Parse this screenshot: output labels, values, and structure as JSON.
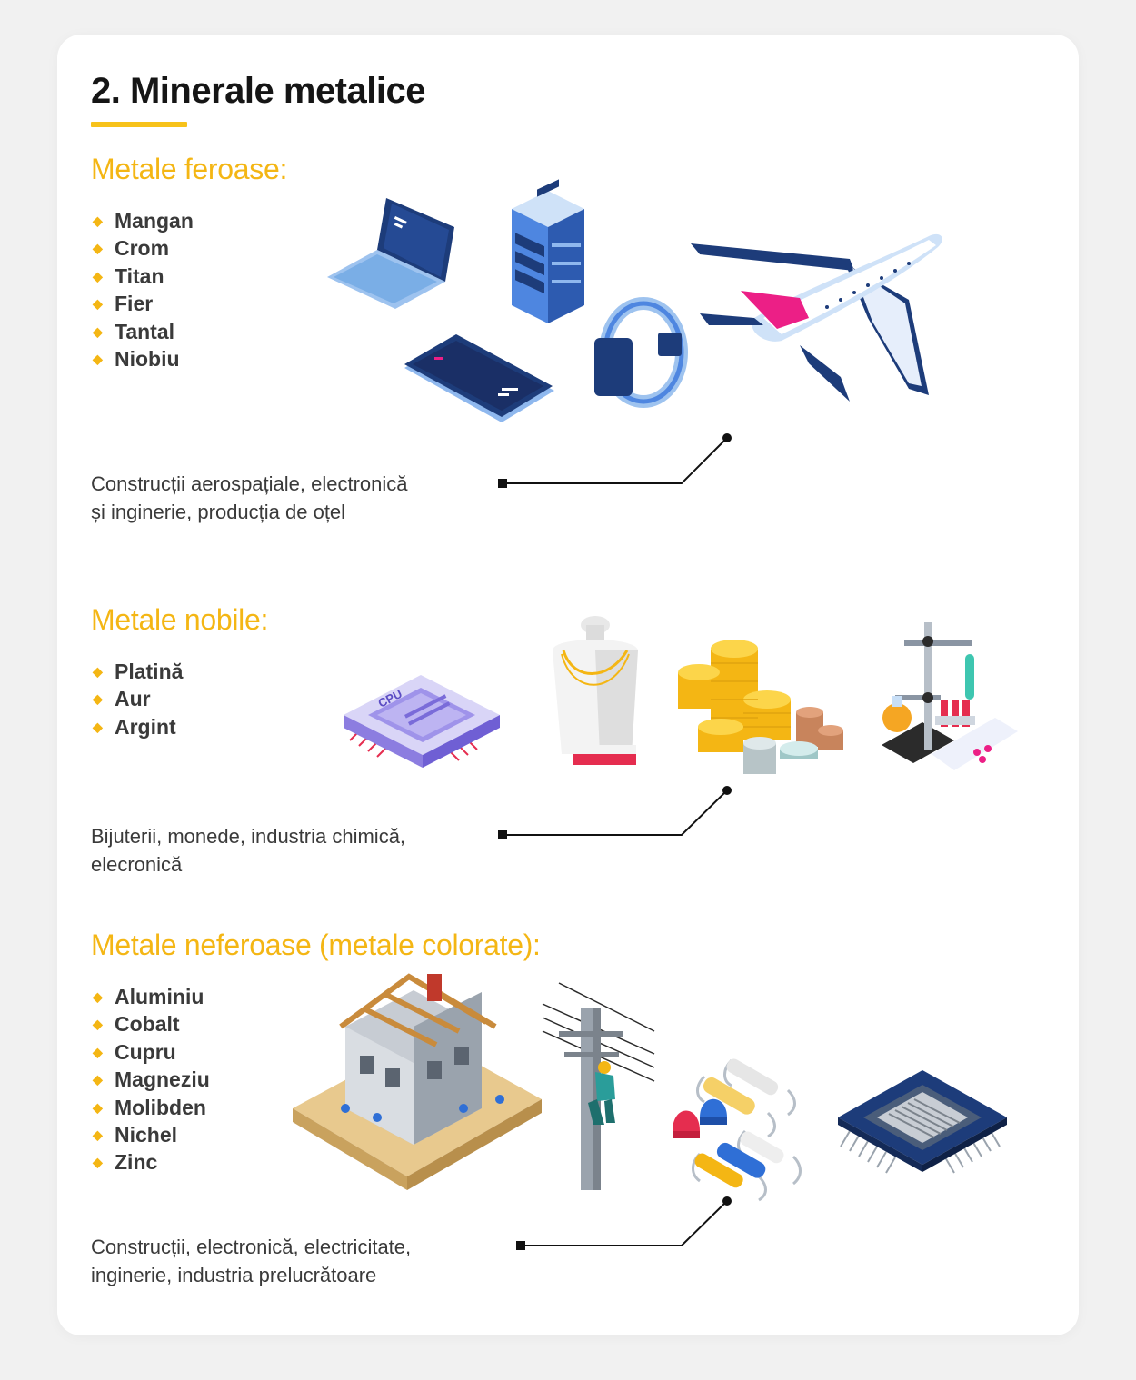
{
  "title": "2. Minerale metalice",
  "colors": {
    "accent": "#f4b614",
    "text": "#3a3a3a",
    "navy": "#1d3c7a",
    "blue": "#4e86e0",
    "pink": "#ec1f86"
  },
  "sections": [
    {
      "heading": "Metale feroase:",
      "items": [
        "Mangan",
        "Crom",
        "Titan",
        "Fier",
        "Tantal",
        "Niobiu"
      ],
      "uses_line1": "Construcții aerospațiale, electronică",
      "uses_line2": "și inginerie, producția de oțel",
      "illustrations": [
        "laptop-icon",
        "server-rack-icon",
        "smartphone-icon",
        "smartwatch-icon",
        "airplane-icon"
      ]
    },
    {
      "heading": "Metale nobile:",
      "items": [
        "Platină",
        "Aur",
        "Argint"
      ],
      "uses_line1": "Bijuterii, monede, industria chimică,",
      "uses_line2": "elecronică",
      "cpu_label": "CPU",
      "illustrations": [
        "cpu-chip-icon",
        "necklace-bust-icon",
        "coin-stacks-icon",
        "lab-flask-icon"
      ]
    },
    {
      "heading": "Metale neferoase (metale colorate):",
      "items": [
        "Aluminiu",
        "Cobalt",
        "Cupru",
        "Magneziu",
        "Molibden",
        "Nichel",
        "Zinc"
      ],
      "uses_line1": "Construcții, electronică, electricitate,",
      "uses_line2": "inginerie, industria prelucrătoare",
      "illustrations": [
        "house-construction-icon",
        "power-pole-icon",
        "electronic-components-icon",
        "microchip-icon"
      ]
    }
  ]
}
